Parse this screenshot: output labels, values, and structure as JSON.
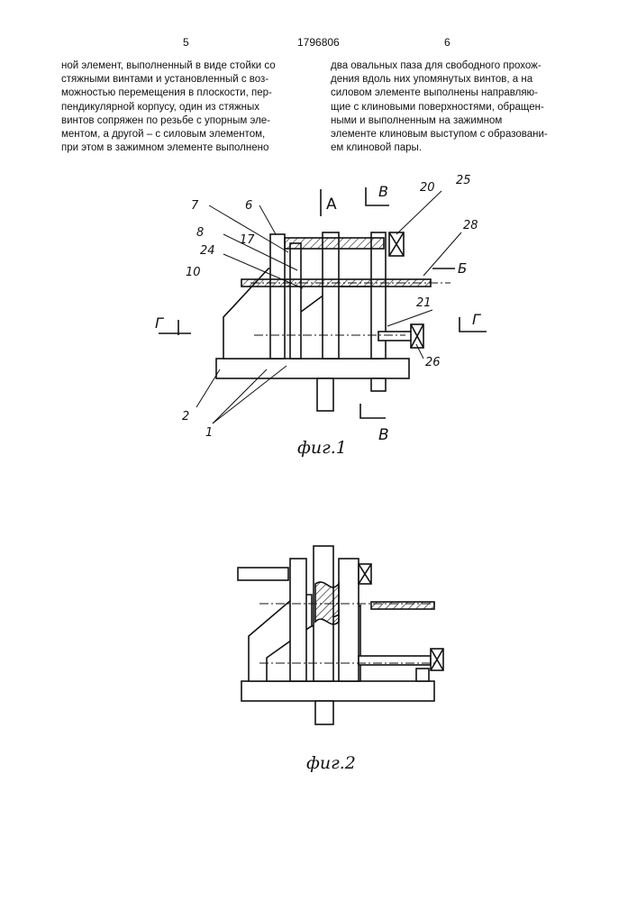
{
  "header": {
    "page_left": "5",
    "patent_number": "1796806",
    "page_right": "6"
  },
  "left_column": [
    "ной элемент, выполненный в виде стойки со",
    "стяжными винтами и установленный с воз-",
    "можностью перемещения в плоскости, пер-",
    "пендикулярной корпусу, один из стяжных",
    "винтов сопряжен по резьбе с упорным эле-",
    "ментом, а другой – с силовым элементом,",
    "при этом в зажимном элементе выполнено"
  ],
  "right_column": [
    "два овальных паза для свободного прохож-",
    "дения вдоль них упомянутых винтов, а на",
    "силовом элементе выполнены направляю-",
    "щие с клиновыми поверхностями, обращен-",
    "ными и выполненным на зажимном",
    "элементе клиновым выступом с образовани-",
    "ем клиновой пары."
  ],
  "figure1": {
    "caption": "фиг.1",
    "labels": {
      "l7": "7",
      "l6": "6",
      "lA": "A",
      "lB": "В",
      "l20": "20",
      "l25": "25",
      "l28": "28",
      "l8": "8",
      "l24": "24",
      "l17": "17",
      "l10": "10",
      "lBe": "Б",
      "l21": "21",
      "lGl": "Г",
      "lGr": "Г",
      "l26": "26",
      "l2": "2",
      "l1": "1",
      "lB2": "В"
    }
  },
  "figure2": {
    "caption": "фиг.2"
  }
}
